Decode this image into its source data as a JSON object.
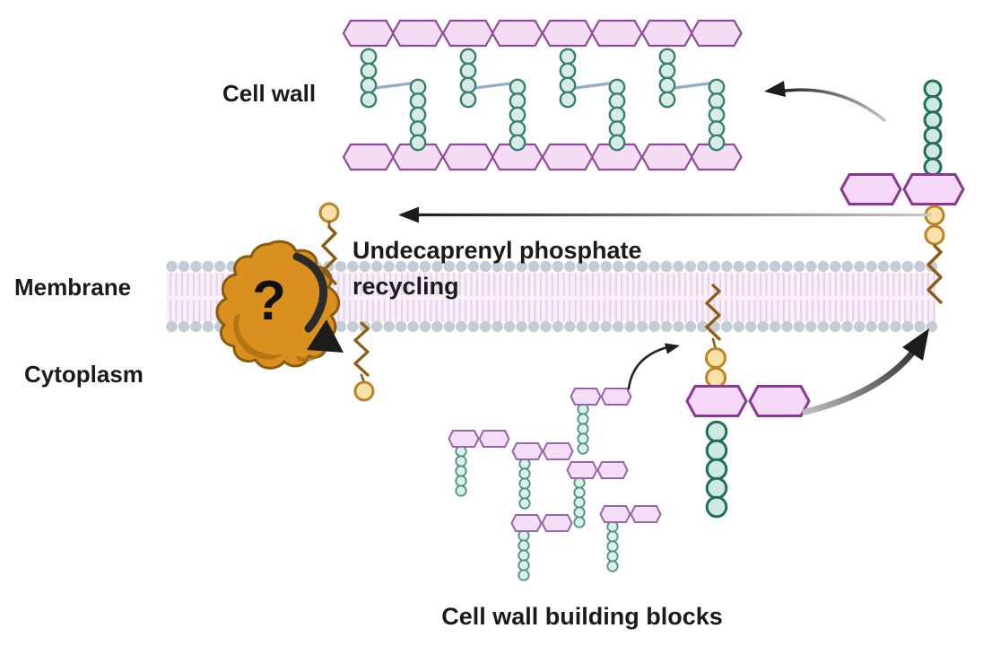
{
  "figure": {
    "labels": {
      "cell_wall": "Cell wall",
      "membrane": "Membrane",
      "cytoplasm": "Cytoplasm",
      "recycling_line1": "Undecaprenyl phosphate",
      "recycling_line2": "recycling",
      "building_blocks": "Cell wall building blocks",
      "enzyme_question_mark": "?"
    },
    "colors": {
      "glycan_hexagon_fill": "#f3dcf4",
      "glycan_hexagon_stroke": "#8a3795",
      "peptide_bead_fill": "#d8ebe6",
      "peptide_bead_stroke": "#2f7a69",
      "phosphate_fill": "#f6e1a8",
      "phosphate_stroke": "#bd8427",
      "lipid_tail_brown": "#8d5c16",
      "membrane_head_gray": "#c4cdd5",
      "membrane_tail_band": "#fbeef8",
      "enzyme_orange": "#d9901f",
      "arrow_black": "#1c1c1c",
      "crosslink_blue": "#9aa9c9"
    }
  }
}
